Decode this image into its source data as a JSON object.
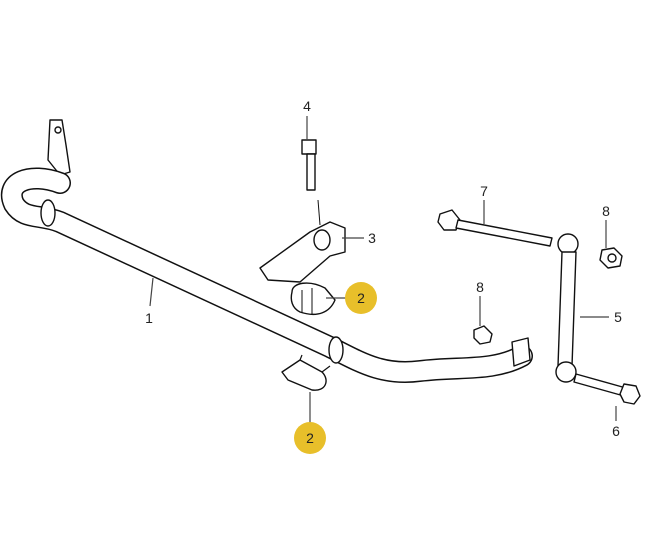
{
  "diagram": {
    "callouts": [
      {
        "id": "bar",
        "label": "1"
      },
      {
        "id": "bushing-upper",
        "label": "2",
        "highlighted": true
      },
      {
        "id": "bushing-lower",
        "label": "2",
        "highlighted": true
      },
      {
        "id": "bracket",
        "label": "3"
      },
      {
        "id": "bracket-bolt",
        "label": "4"
      },
      {
        "id": "link",
        "label": "5"
      },
      {
        "id": "link-bolt-lower",
        "label": "6"
      },
      {
        "id": "link-bolt-upper",
        "label": "7"
      },
      {
        "id": "nut-upper",
        "label": "8"
      },
      {
        "id": "nut-lower",
        "label": "8"
      }
    ],
    "highlight_color": "#e8bf2a"
  }
}
